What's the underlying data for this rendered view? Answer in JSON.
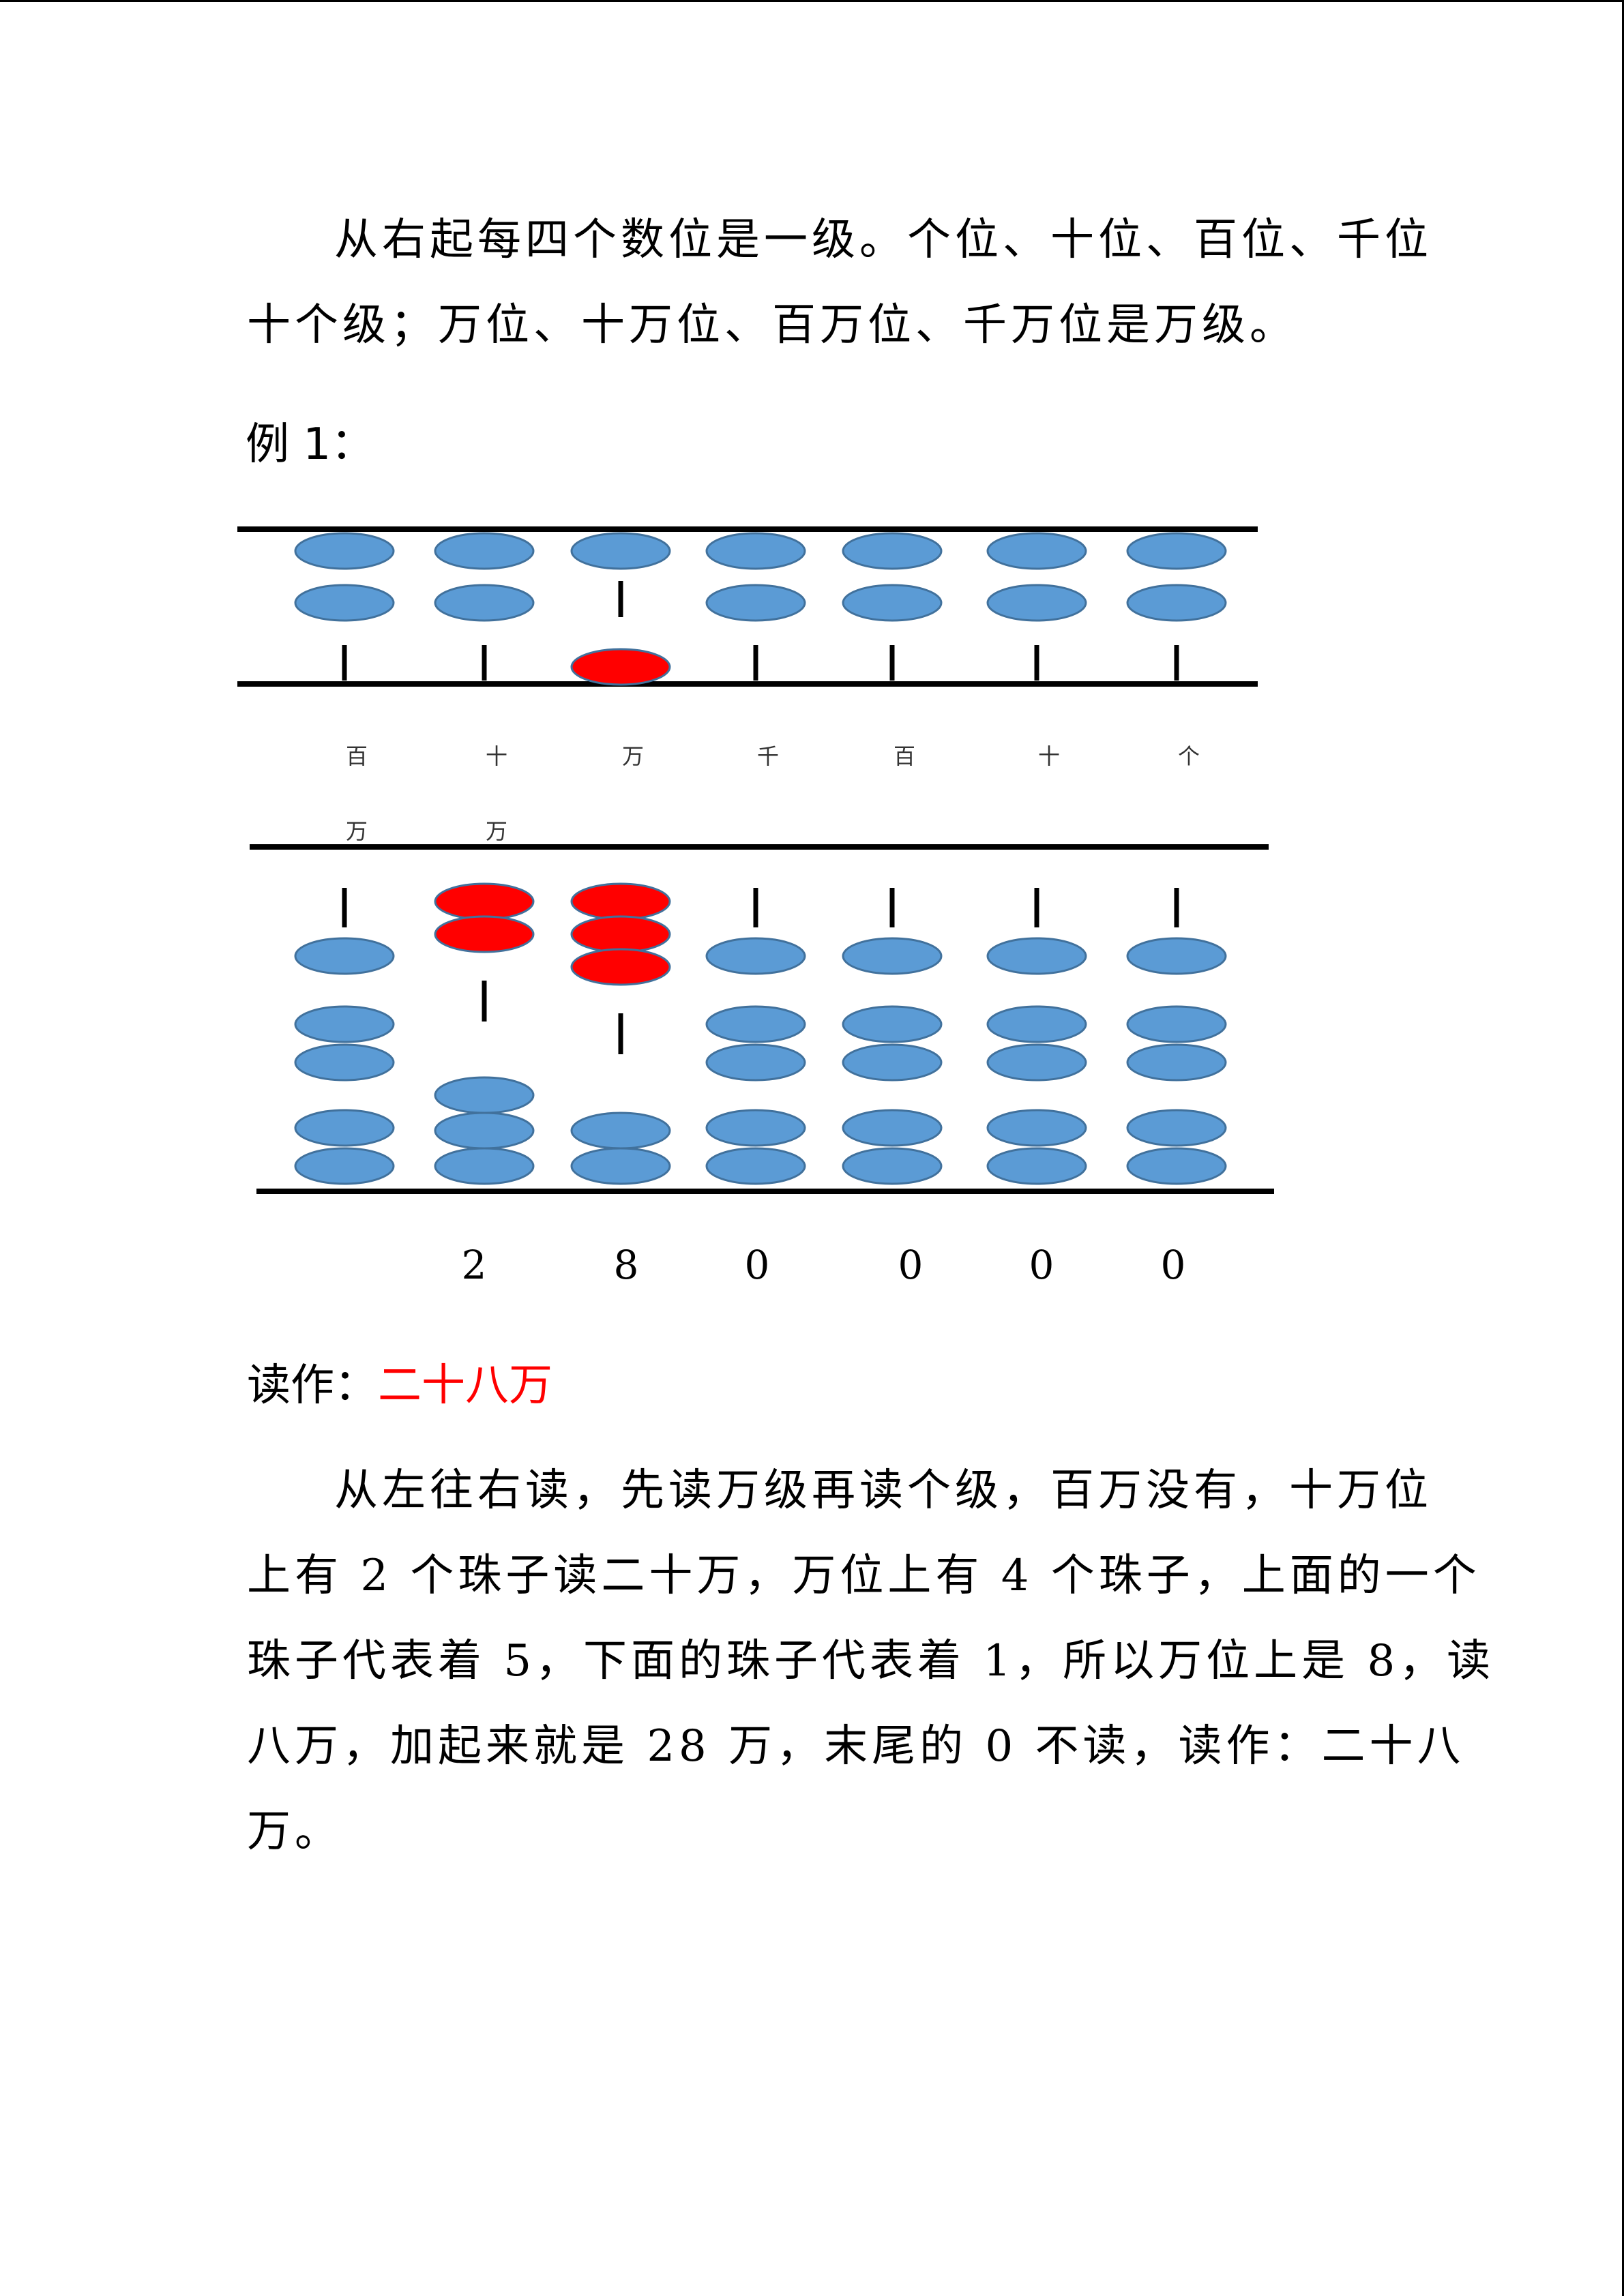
{
  "intro": {
    "line1": "从右起每四个数位是一级。个位、十位、百位、千位",
    "line2": "十个级；万位、十万位、百万位、千万位是万级。"
  },
  "example_title": "例 1：",
  "abacus": {
    "place_labels": [
      {
        "top": "百",
        "bottom": "万"
      },
      {
        "top": "十",
        "bottom": "万"
      },
      {
        "top": "万",
        "bottom": ""
      },
      {
        "top": "千",
        "bottom": ""
      },
      {
        "top": "百",
        "bottom": ""
      },
      {
        "top": "十",
        "bottom": ""
      },
      {
        "top": "个",
        "bottom": ""
      }
    ],
    "digits": [
      "",
      "2",
      "8",
      "0",
      "0",
      "0",
      "0"
    ],
    "upper_active": [
      0,
      0,
      1,
      0,
      0,
      0,
      0
    ],
    "lower_active": [
      0,
      2,
      3,
      0,
      0,
      0,
      0
    ],
    "colors": {
      "inactive_bead": "#5b9bd5",
      "active_bead": "#ff0000",
      "bead_stroke": "#41719c"
    }
  },
  "reading": {
    "label": "读作：",
    "value": "二十八万"
  },
  "explanation": {
    "line1": "从左往右读，先读万级再读个级，百万没有，十万位",
    "line2": "上有 2 个珠子读二十万，万位上有 4 个珠子，上面的一个",
    "line3": "珠子代表着 5，下面的珠子代表着 1，所以万位上是 8，读",
    "line4": "八万，加起来就是 28 万，末尾的 0 不读，读作：二十八",
    "line5": "万。"
  }
}
